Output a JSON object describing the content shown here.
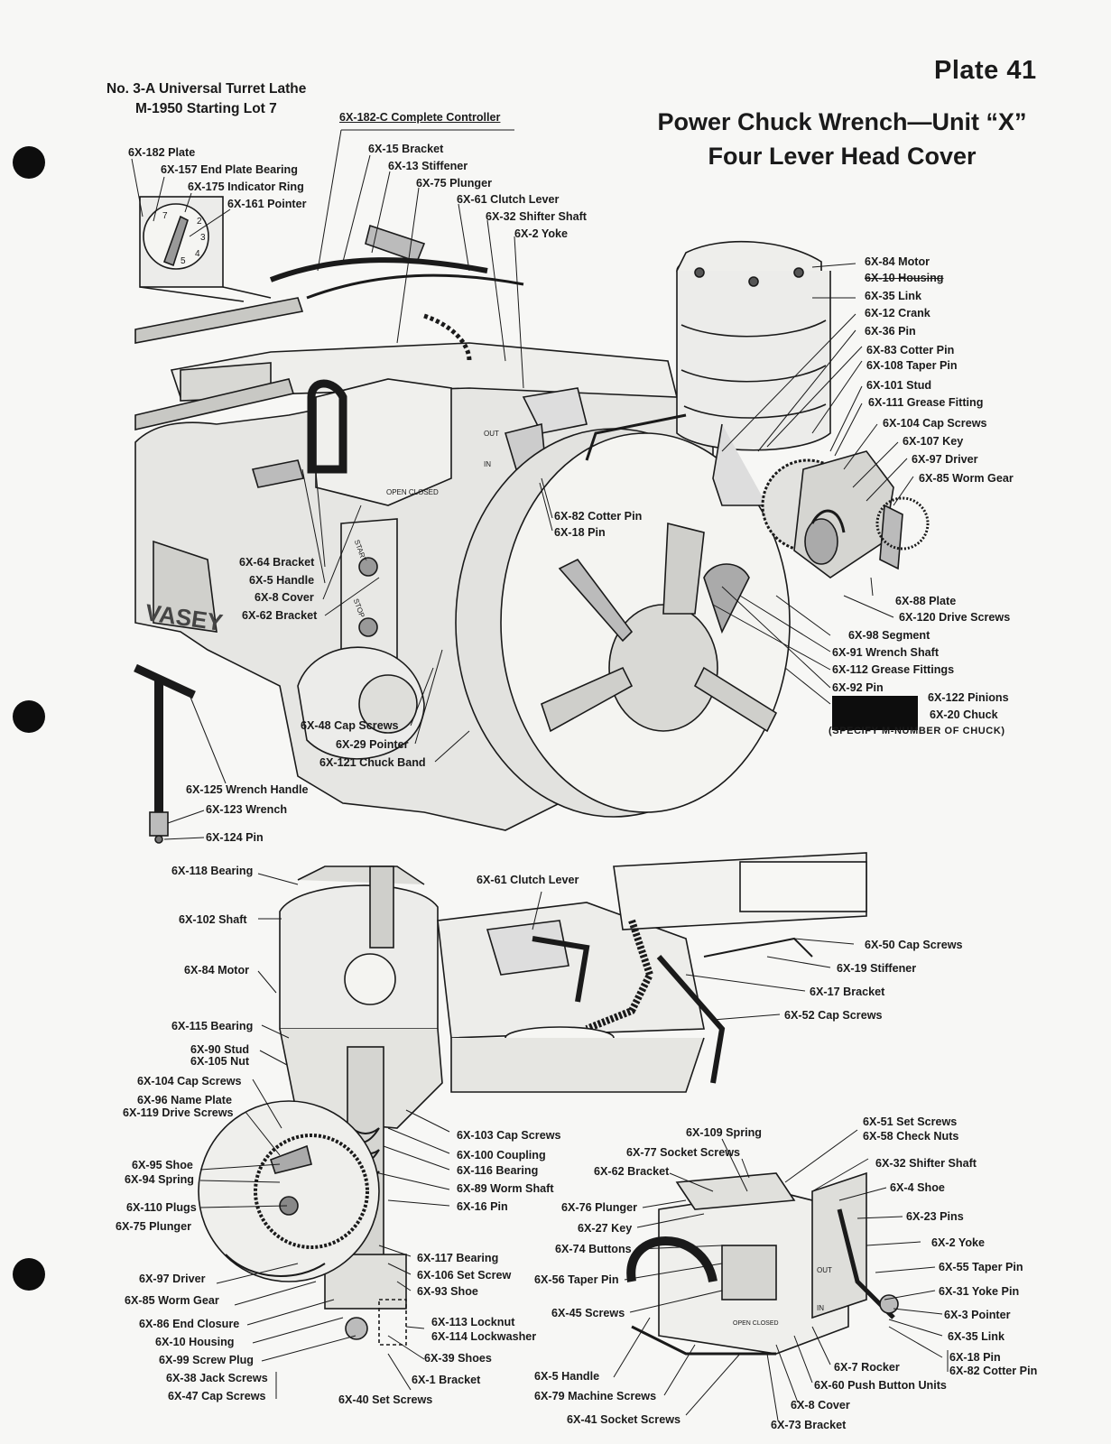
{
  "header": {
    "plate_number": "Plate 41",
    "title_line1": "Power Chuck Wrench—Unit “X”",
    "title_line2": "Four Lever Head Cover",
    "machine_line1": "No. 3-A Universal Turret Lathe",
    "machine_line2": "M-1950 Starting Lot 7"
  },
  "drawing_text": {
    "vasey": "VASEY",
    "start": "START",
    "stop": "STOP",
    "open_closed": "OPEN CLOSED",
    "out": "OUT",
    "in": "IN",
    "dial_numbers": [
      "7",
      "2",
      "3",
      "4",
      "5"
    ]
  },
  "top_labels": {
    "plate": "6X-182 Plate",
    "end_plate_bearing": "6X-157 End Plate Bearing",
    "indicator_ring": "6X-175 Indicator Ring",
    "pointer_161": "6X-161 Pointer",
    "complete_controller": "6X-182-C Complete Controller",
    "bracket_15": "6X-15 Bracket",
    "stiffener_13": "6X-13 Stiffener",
    "plunger_75": "6X-75 Plunger",
    "clutch_lever_61": "6X-61 Clutch Lever",
    "shifter_shaft_32": "6X-32 Shifter Shaft",
    "yoke_2": "6X-2 Yoke",
    "motor_84": "6X-84 Motor",
    "housing_10_struck": "6X-10 Housing",
    "link_35": "6X-35 Link",
    "crank_12": "6X-12 Crank",
    "pin_36": "6X-36 Pin",
    "cotter_pin_83": "6X-83 Cotter Pin",
    "taper_pin_108": "6X-108 Taper Pin",
    "stud_101": "6X-101 Stud",
    "grease_fitting_111": "6X-111 Grease Fitting",
    "cap_screws_104": "6X-104 Cap Screws",
    "key_107": "6X-107 Key",
    "driver_97": "6X-97 Driver",
    "worm_gear_85": "6X-85 Worm Gear",
    "cotter_pin_82": "6X-82 Cotter Pin",
    "pin_18": "6X-18 Pin",
    "plate_88": "6X-88 Plate",
    "drive_screws_120": "6X-120 Drive Screws",
    "segment_98": "6X-98 Segment",
    "wrench_shaft_91": "6X-91 Wrench Shaft",
    "grease_fittings_112": "6X-112 Grease Fittings",
    "pin_92": "6X-92 Pin",
    "pinions_122": "6X-122 Pinions",
    "chuck_20": "6X-20 Chuck",
    "specify_note": "(SPECIFY M-NUMBER OF CHUCK)",
    "bracket_64": "6X-64 Bracket",
    "handle_5": "6X-5 Handle",
    "cover_8": "6X-8 Cover",
    "bracket_62": "6X-62 Bracket",
    "cap_screws_48": "6X-48 Cap Screws",
    "pointer_29": "6X-29 Pointer",
    "chuck_band_121": "6X-121 Chuck Band",
    "wrench_handle_125": "6X-125 Wrench Handle",
    "wrench_123": "6X-123 Wrench",
    "pin_124": "6X-124 Pin"
  },
  "bottom_labels": {
    "bearing_118": "6X-118 Bearing",
    "shaft_102": "6X-102 Shaft",
    "motor_84": "6X-84 Motor",
    "bearing_115": "6X-115 Bearing",
    "stud_90": "6X-90 Stud",
    "nut_105": "6X-105 Nut",
    "cap_screws_104": "6X-104 Cap Screws",
    "name_plate_96": "6X-96 Name Plate",
    "drive_screws_119": "6X-119 Drive Screws",
    "shoe_95": "6X-95 Shoe",
    "spring_94": "6X-94 Spring",
    "plugs_110": "6X-110 Plugs",
    "plunger_75": "6X-75 Plunger",
    "driver_97": "6X-97 Driver",
    "worm_gear_85": "6X-85 Worm Gear",
    "end_closure_86": "6X-86 End Closure",
    "housing_10": "6X-10 Housing",
    "screw_plug_99": "6X-99 Screw Plug",
    "jack_screws_38": "6X-38 Jack Screws",
    "cap_screws_47": "6X-47 Cap Screws",
    "clutch_lever_61": "6X-61 Clutch Lever",
    "cap_screws_50": "6X-50 Cap Screws",
    "stiffener_19": "6X-19 Stiffener",
    "bracket_17": "6X-17 Bracket",
    "cap_screws_52": "6X-52 Cap Screws",
    "cap_screws_103": "6X-103 Cap Screws",
    "coupling_100": "6X-100 Coupling",
    "bearing_116": "6X-116 Bearing",
    "worm_shaft_89": "6X-89 Worm Shaft",
    "pin_16": "6X-16 Pin",
    "bearing_117": "6X-117 Bearing",
    "set_screw_106": "6X-106 Set Screw",
    "shoe_93": "6X-93 Shoe",
    "locknut_113": "6X-113 Locknut",
    "lockwasher_114": "6X-114 Lockwasher",
    "shoes_39": "6X-39 Shoes",
    "bracket_1": "6X-1 Bracket",
    "set_screws_40": "6X-40 Set Screws",
    "spring_109": "6X-109 Spring",
    "socket_screws_77": "6X-77 Socket Screws",
    "bracket_62": "6X-62 Bracket",
    "plunger_76": "6X-76 Plunger",
    "key_27": "6X-27 Key",
    "buttons_74": "6X-74 Buttons",
    "taper_pin_56": "6X-56 Taper Pin",
    "screws_45": "6X-45 Screws",
    "handle_5": "6X-5 Handle",
    "machine_screws_79": "6X-79 Machine Screws",
    "socket_screws_41": "6X-41 Socket Screws",
    "set_screws_51": "6X-51 Set Screws",
    "check_nuts_58": "6X-58 Check Nuts",
    "shifter_shaft_32": "6X-32 Shifter Shaft",
    "shoe_4": "6X-4 Shoe",
    "pins_23": "6X-23 Pins",
    "yoke_2": "6X-2 Yoke",
    "taper_pin_55": "6X-55 Taper Pin",
    "yoke_pin_31": "6X-31 Yoke Pin",
    "pointer_3": "6X-3 Pointer",
    "link_35": "6X-35 Link",
    "pin_18": "6X-18 Pin",
    "cotter_pin_82": "6X-82 Cotter Pin",
    "rocker_7": "6X-7 Rocker",
    "push_button_units_60": "6X-60 Push Button Units",
    "cover_8": "6X-8 Cover",
    "bracket_73": "6X-73 Bracket"
  }
}
